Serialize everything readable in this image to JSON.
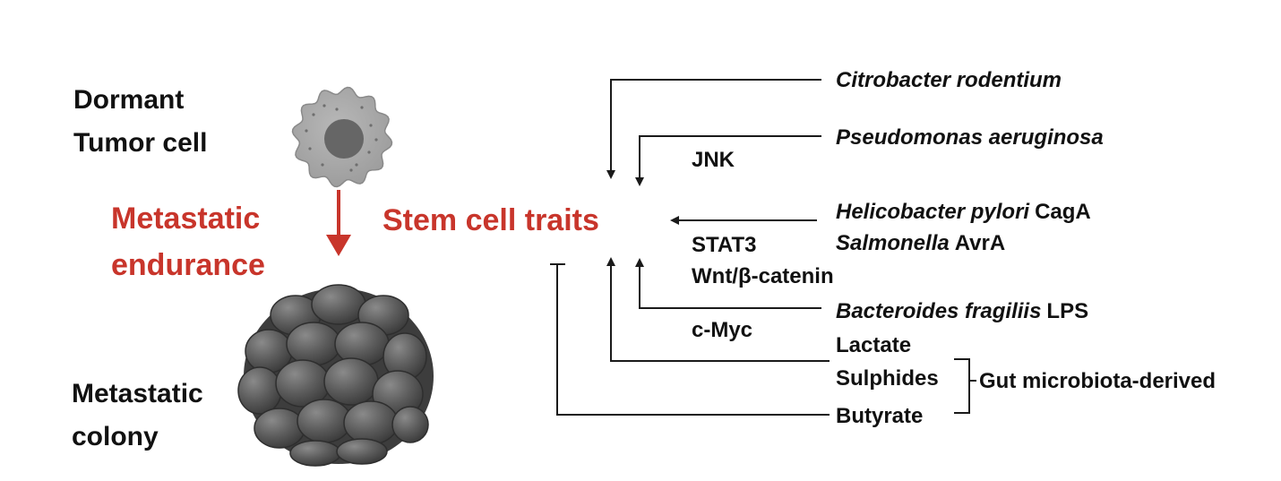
{
  "labels": {
    "dormant_line1": "Dormant",
    "dormant_line2": "Tumor cell",
    "endurance_line1": "Metastatic",
    "endurance_line2": "endurance",
    "colony_line1": "Metastatic",
    "colony_line2": "colony",
    "stem_cell_traits": "Stem cell traits"
  },
  "pathways": {
    "jnk": "JNK",
    "stat3": "STAT3",
    "wnt": "Wnt/β-catenin",
    "cmyc": "c-Myc"
  },
  "sources": {
    "citrobacter": "Citrobacter rodentium",
    "pseudomonas": "Pseudomonas aeruginosa",
    "helicobacter": "Helicobacter pylori",
    "helicobacter_factor": "CagA",
    "salmonella": "Salmonella",
    "salmonella_factor": "AvrA",
    "bacteroides": "Bacteroides fragiliis",
    "bacteroides_factor": "LPS",
    "lactate": "Lactate",
    "sulphides": "Sulphides",
    "butyrate": "Butyrate",
    "group_label": "Gut microbiota-derived"
  },
  "colors": {
    "accent_red": "#c8352b",
    "text": "#111111",
    "line": "#1a1a1a",
    "cell_gray": "#a6a6a6",
    "nucleus_gray": "#666666",
    "colony_dark": "#4a4a4a"
  }
}
